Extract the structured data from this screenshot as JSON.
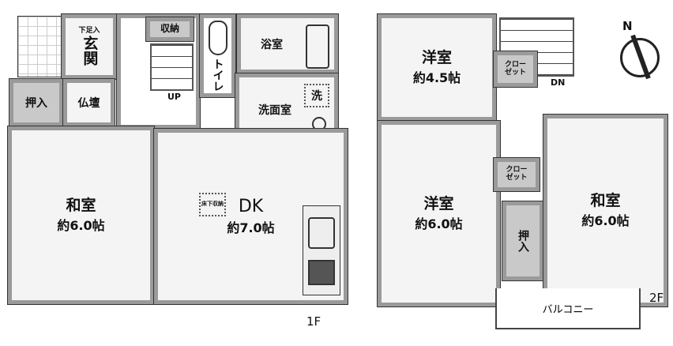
{
  "floor1": {
    "label": "1F",
    "shoe_storage": "下足入",
    "entrance": "玄関",
    "closet": "押入",
    "altar": "仏壇",
    "storage": "収納",
    "stairs_label": "UP",
    "toilet": "トイレ",
    "bath": "浴室",
    "washroom": "洗面室",
    "washer": "洗",
    "washitsu": {
      "name": "和室",
      "size": "約6.0帖"
    },
    "dk": {
      "name": "DK",
      "size": "約7.0帖"
    },
    "underfloor": "床下収納"
  },
  "floor2": {
    "label": "2F",
    "western1": {
      "name": "洋室",
      "size": "約4.5帖"
    },
    "western2": {
      "name": "洋室",
      "size": "約6.0帖"
    },
    "washitsu": {
      "name": "和室",
      "size": "約6.0帖"
    },
    "closet1": "クローゼット",
    "closet2": "クローゼット",
    "oshiire": "押入",
    "stairs_label": "DN",
    "balcony": "バルコニー"
  },
  "compass": "N"
}
